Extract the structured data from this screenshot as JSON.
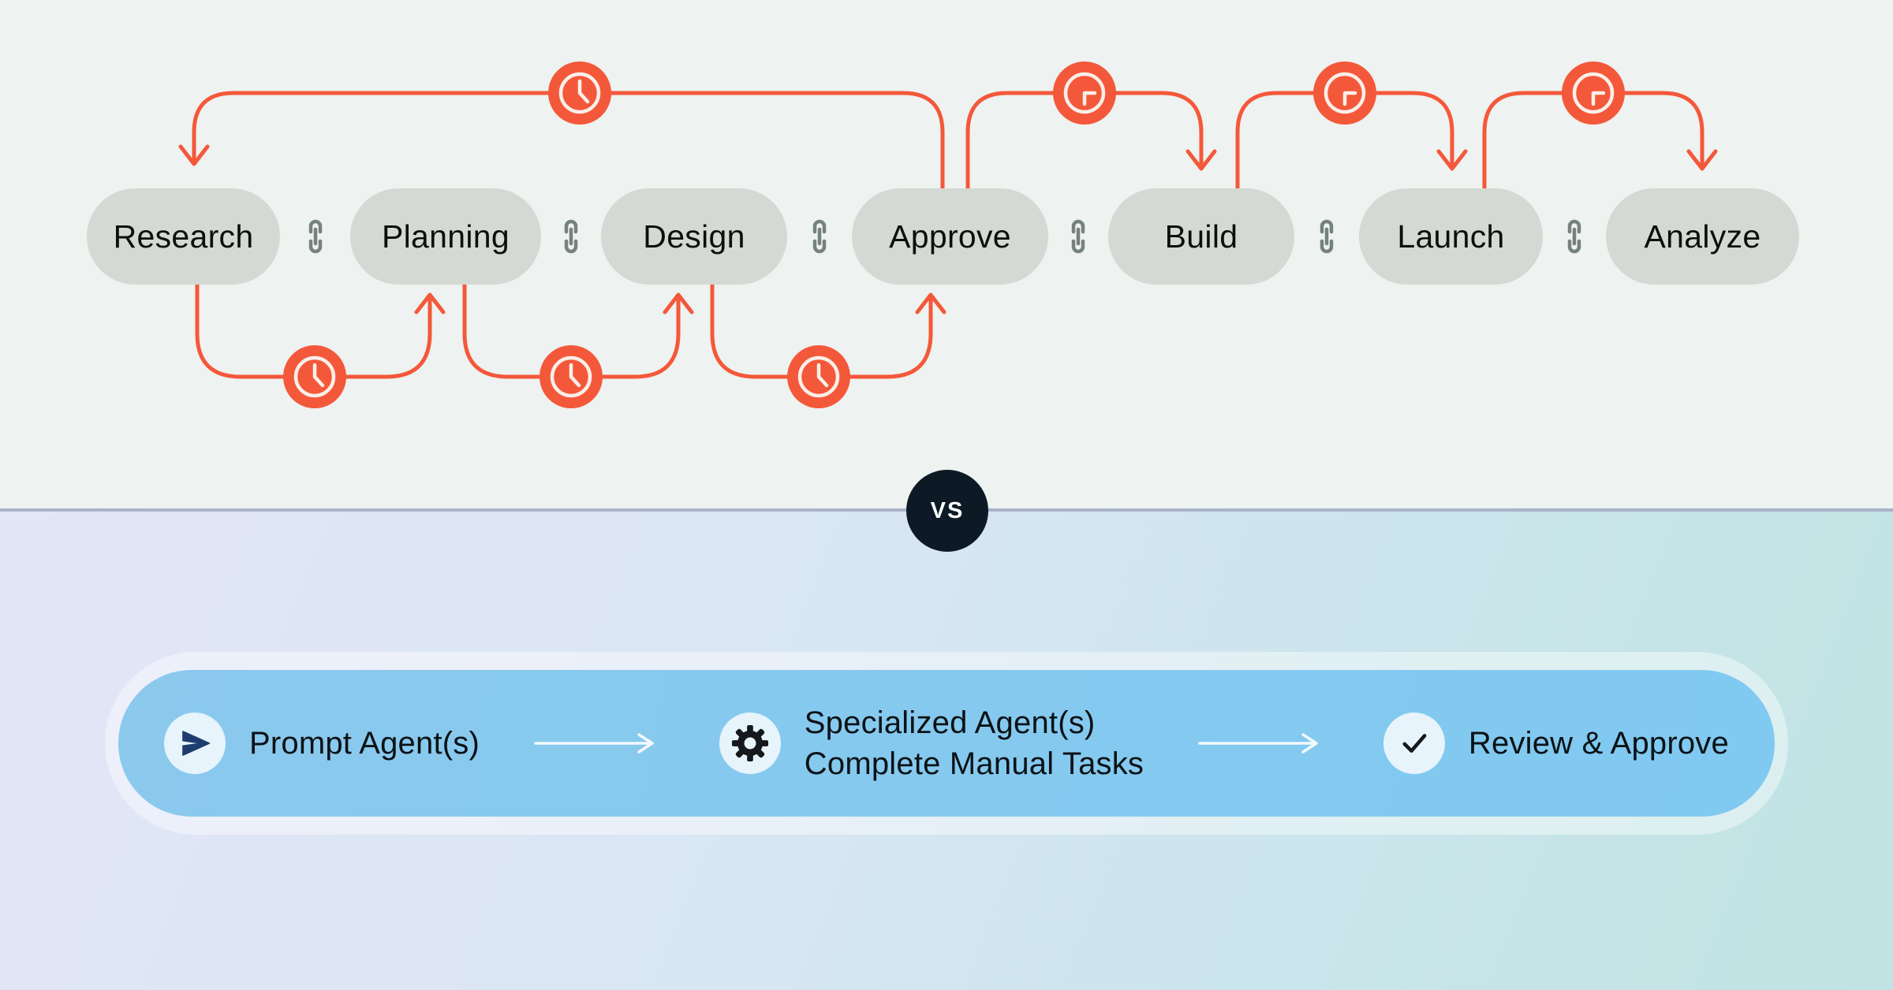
{
  "comparison": {
    "vs_label": "VS"
  },
  "traditional": {
    "stages": [
      {
        "label": "Research"
      },
      {
        "label": "Planning"
      },
      {
        "label": "Design"
      },
      {
        "label": "Approve"
      },
      {
        "label": "Build"
      },
      {
        "label": "Launch"
      },
      {
        "label": "Analyze"
      }
    ],
    "connector_icon": "chain-link-icon",
    "loops": [
      {
        "from": "Approve",
        "to": "Research",
        "via": "top",
        "icon": "clock-icon"
      },
      {
        "from": "Research",
        "to": "Planning",
        "via": "bottom",
        "icon": "clock-icon"
      },
      {
        "from": "Planning",
        "to": "Design",
        "via": "bottom",
        "icon": "clock-icon"
      },
      {
        "from": "Design",
        "to": "Approve",
        "via": "bottom",
        "icon": "clock-icon"
      },
      {
        "from": "Approve",
        "to": "Build",
        "via": "top",
        "icon": "timer-icon"
      },
      {
        "from": "Build",
        "to": "Launch",
        "via": "top",
        "icon": "timer-icon"
      },
      {
        "from": "Launch",
        "to": "Analyze",
        "via": "top",
        "icon": "timer-icon"
      }
    ],
    "colors": {
      "background": "#EEF2F0",
      "pill_bg": "#D5D9D3",
      "pill_text": "#0B100F",
      "flow_accent": "#F4583A",
      "link_icon": "#75827C"
    }
  },
  "agent": {
    "steps": [
      {
        "icon": "send-icon",
        "label": "Prompt Agent(s)"
      },
      {
        "icon": "gear-icon",
        "label_line1": "Specialized Agent(s)",
        "label_line2": "Complete Manual Tasks"
      },
      {
        "icon": "check-icon",
        "label": "Review & Approve"
      }
    ],
    "colors": {
      "bar_bg": "#87CAEF",
      "bar_halo": "rgba(255,255,255,0.42)",
      "icon_circle": "#E7F4FC",
      "text": "#0B1215",
      "send_icon": "#1E3C6E",
      "arrow": "#F3F9FD"
    }
  },
  "divider": {
    "line_color": "#A9B3C8",
    "vs_badge_bg": "#0D1A26",
    "vs_badge_text_color": "#FFFFFF"
  }
}
